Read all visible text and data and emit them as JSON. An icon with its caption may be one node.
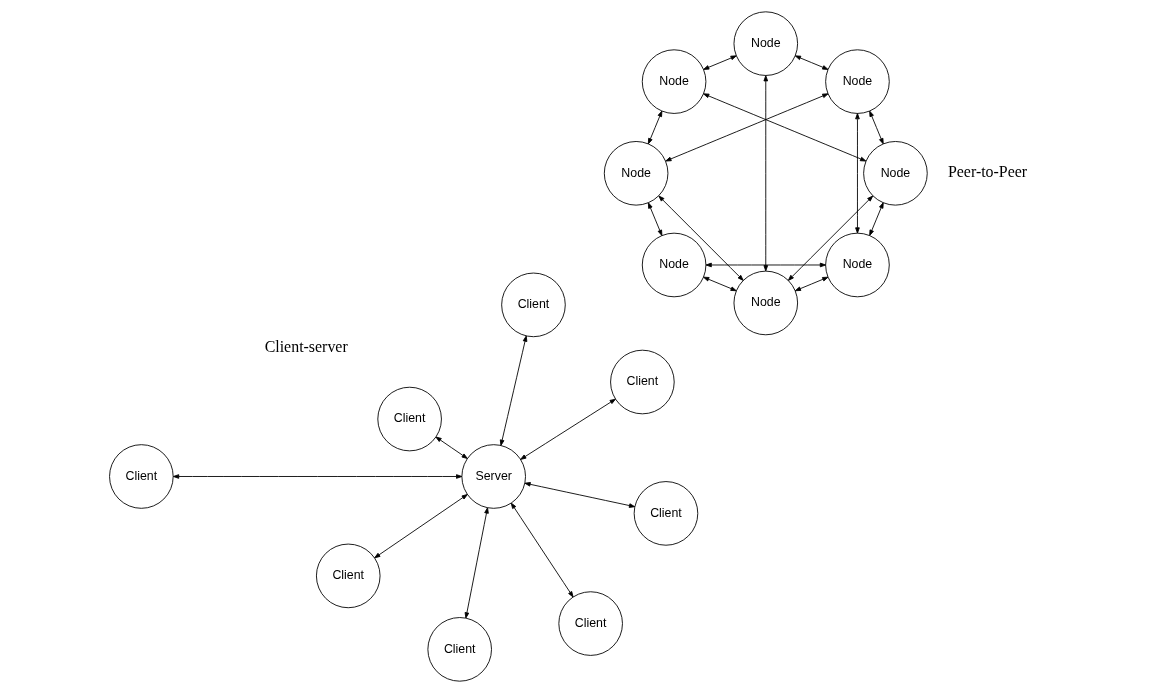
{
  "diagram": {
    "nodes": [
      {
        "text": [
          "Client"
        ]
      },
      {
        "text": [
          "Client"
        ]
      },
      {
        "text": [
          "Client"
        ]
      },
      {
        "text": [
          "Client"
        ]
      },
      {
        "text": [
          "Server"
        ]
      },
      {
        "text": [
          "Client"
        ]
      },
      {
        "text": [
          "Client"
        ]
      },
      {
        "text": [
          "Client"
        ]
      },
      {
        "text": [
          "Client"
        ]
      },
      {
        "text": [
          "Node"
        ]
      },
      {
        "text": [
          "Node"
        ]
      },
      {
        "text": [
          "Node"
        ]
      },
      {
        "text": [
          "Node"
        ]
      },
      {
        "text": [
          "Node"
        ]
      },
      {
        "text": [
          "Node"
        ]
      },
      {
        "text": [
          "Node"
        ]
      },
      {
        "text": [
          "Node"
        ]
      }
    ],
    "edges": [
      {
        "from": 4,
        "to": 0,
        "arrow": "both"
      },
      {
        "from": 4,
        "to": 1,
        "arrow": "both"
      },
      {
        "from": 4,
        "to": 2,
        "arrow": "both"
      },
      {
        "from": 4,
        "to": 3,
        "arrow": "both"
      },
      {
        "from": 4,
        "to": 5,
        "arrow": "both"
      },
      {
        "from": 4,
        "to": 6,
        "arrow": "both"
      },
      {
        "from": 4,
        "to": 7,
        "arrow": "both"
      },
      {
        "from": 4,
        "to": 8,
        "arrow": "both"
      },
      {
        "from": 9,
        "to": 10,
        "arrow": "both"
      },
      {
        "from": 9,
        "to": 11,
        "arrow": "both"
      },
      {
        "from": 11,
        "to": 13,
        "arrow": "both"
      },
      {
        "from": 13,
        "to": 15,
        "arrow": "both"
      },
      {
        "from": 15,
        "to": 16,
        "arrow": "both"
      },
      {
        "from": 16,
        "to": 14,
        "arrow": "both"
      },
      {
        "from": 14,
        "to": 12,
        "arrow": "both"
      },
      {
        "from": 12,
        "to": 10,
        "arrow": "both"
      },
      {
        "from": 9,
        "to": 12,
        "arrow": "both"
      },
      {
        "from": 9,
        "to": 16,
        "arrow": "both"
      },
      {
        "from": 9,
        "to": 15,
        "arrow": "both"
      },
      {
        "from": 10,
        "to": 15,
        "arrow": "both"
      },
      {
        "from": 11,
        "to": 14,
        "arrow": "both"
      },
      {
        "from": 12,
        "to": 13,
        "arrow": "both"
      },
      {
        "from": 13,
        "to": 16,
        "arrow": "both"
      }
    ],
    "labels": [
      "Client-server",
      "Peer-to-Peer"
    ]
  }
}
